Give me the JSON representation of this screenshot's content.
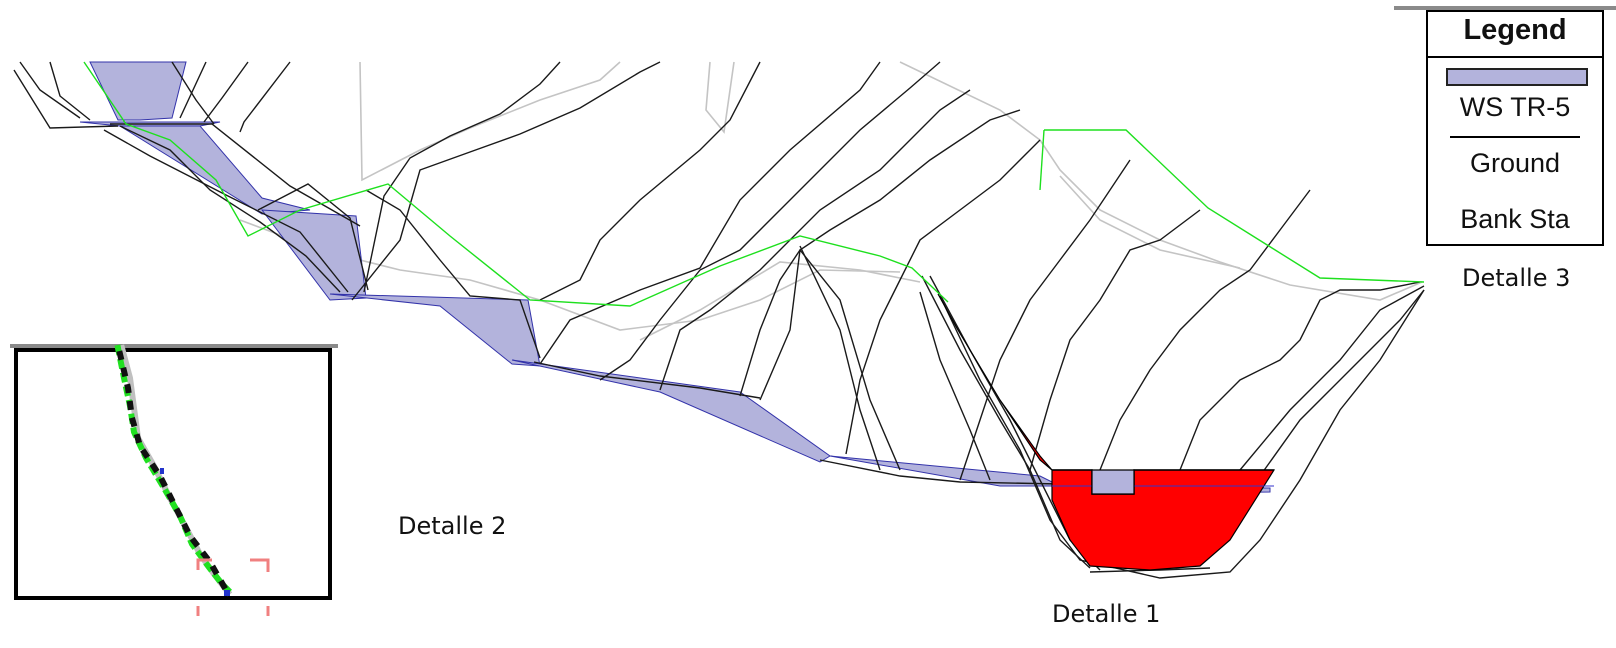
{
  "captions": {
    "detail1": "Detalle 1",
    "detail2": "Detalle 2",
    "detail3": "Detalle 3"
  },
  "legend": {
    "title": "Legend",
    "items": [
      {
        "label": "WS TR-5",
        "symbol": "fill",
        "color": "#b3b3dc"
      },
      {
        "label": "Ground",
        "symbol": "line",
        "color": "#000000"
      },
      {
        "label": "Bank Sta",
        "symbol": "line",
        "color": "#00e000"
      }
    ]
  },
  "colors": {
    "water_fill": "#b3b3dc",
    "water_edge": "#3333cc",
    "ground": "#000000",
    "ground_far": "#c0c0c0",
    "bank_sta": "#00e000",
    "highlight": "#ff0000",
    "zoom_box": "#f08080"
  }
}
